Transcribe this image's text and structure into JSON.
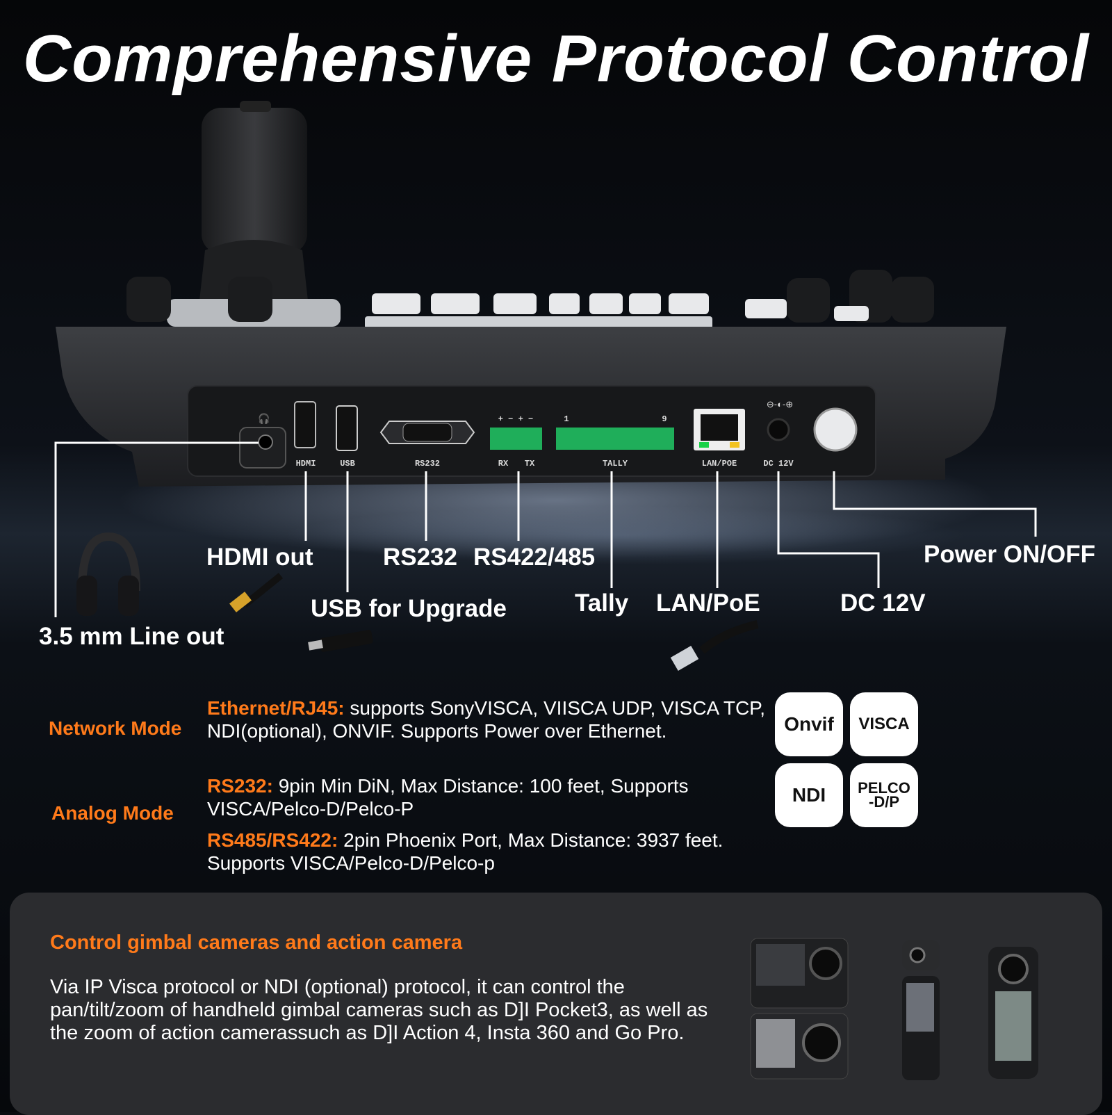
{
  "title": "Comprehensive Protocol Control",
  "ports": {
    "line_out": "3.5 mm Line out",
    "hdmi": "HDMI out",
    "usb": "USB for Upgrade",
    "rs232": "RS232",
    "rs422": "RS422/485",
    "tally": "Tally",
    "lan": "LAN/PoE",
    "dc": "DC 12V",
    "power": "Power ON/OFF"
  },
  "panel_silk": {
    "hdmi": "HDMI",
    "usb": "USB",
    "rs232": "RS232",
    "rx": "RX",
    "tx": "TX",
    "tally": "TALLY",
    "lan": "LAN/POE",
    "dc": "DC 12V",
    "pin1": "1",
    "pin9": "9",
    "plus_minus": "+ − + −"
  },
  "modes": {
    "network": "Network Mode",
    "analog": "Analog Mode"
  },
  "specs": {
    "eth_key": "Ethernet/RJ45:",
    "eth_text": " supports SonyVISCA, VIISCA UDP, VISCA TCP, NDI(optional), ONVIF. Supports Power over Ethernet.",
    "rs232_key": "RS232:",
    "rs232_text": " 9pin Min DiN, Max Distance: 100 feet, Supports VISCA/Pelco-D/Pelco-P",
    "rs485_key": "RS485/RS422:",
    "rs485_text": " 2pin Phoenix Port, Max Distance: 3937 feet. Supports VISCA/Pelco-D/Pelco-p"
  },
  "badges": {
    "onvif": "Onvif",
    "visca": "VISCA",
    "ndi": "NDI",
    "pelco": "PELCO -D/P"
  },
  "panel": {
    "title": "Control gimbal cameras and action camera",
    "text": "Via IP Visca protocol or NDI (optional) protocol, it can control the pan/tilt/zoom of handheld gimbal cameras such as D]I Pocket3, as well as the zoom of action camerassuch as D]I Action 4, Insta 360 and Go Pro."
  },
  "colors": {
    "accent": "#ff7a1a",
    "terminal": "#1fae5a"
  }
}
